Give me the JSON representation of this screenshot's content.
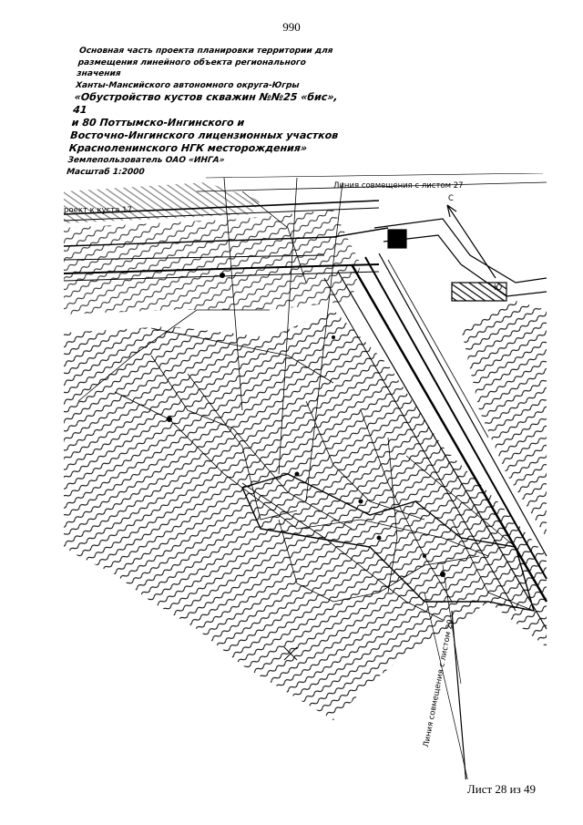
{
  "page_number": "990",
  "title": {
    "line1": "Основная часть проекта планировки территории для",
    "line2": "размещения линейного объекта регионального значения",
    "line3": "Ханты-Мансийского автономного округа-Югры",
    "line4": "«Обустройство кустов скважин №№25 «бис», 41",
    "line5": "и 80 Поттымско-Ингинского и",
    "line6": "Восточно-Ингинского лицензионных участков",
    "line7": "Красноленинского НГК месторождения»",
    "line8": "Землепользователь ОАО «ИНГА»",
    "line9": "Масштаб 1:2000"
  },
  "map": {
    "label_match_27": "Линия совмещения с листом 27",
    "label_match_29": "Линия совмещения с листом 29",
    "label_project": "роект к куста 17",
    "north_c": "С",
    "north_yu": "Ю"
  },
  "sheet_label": "Лист 28 из 49"
}
